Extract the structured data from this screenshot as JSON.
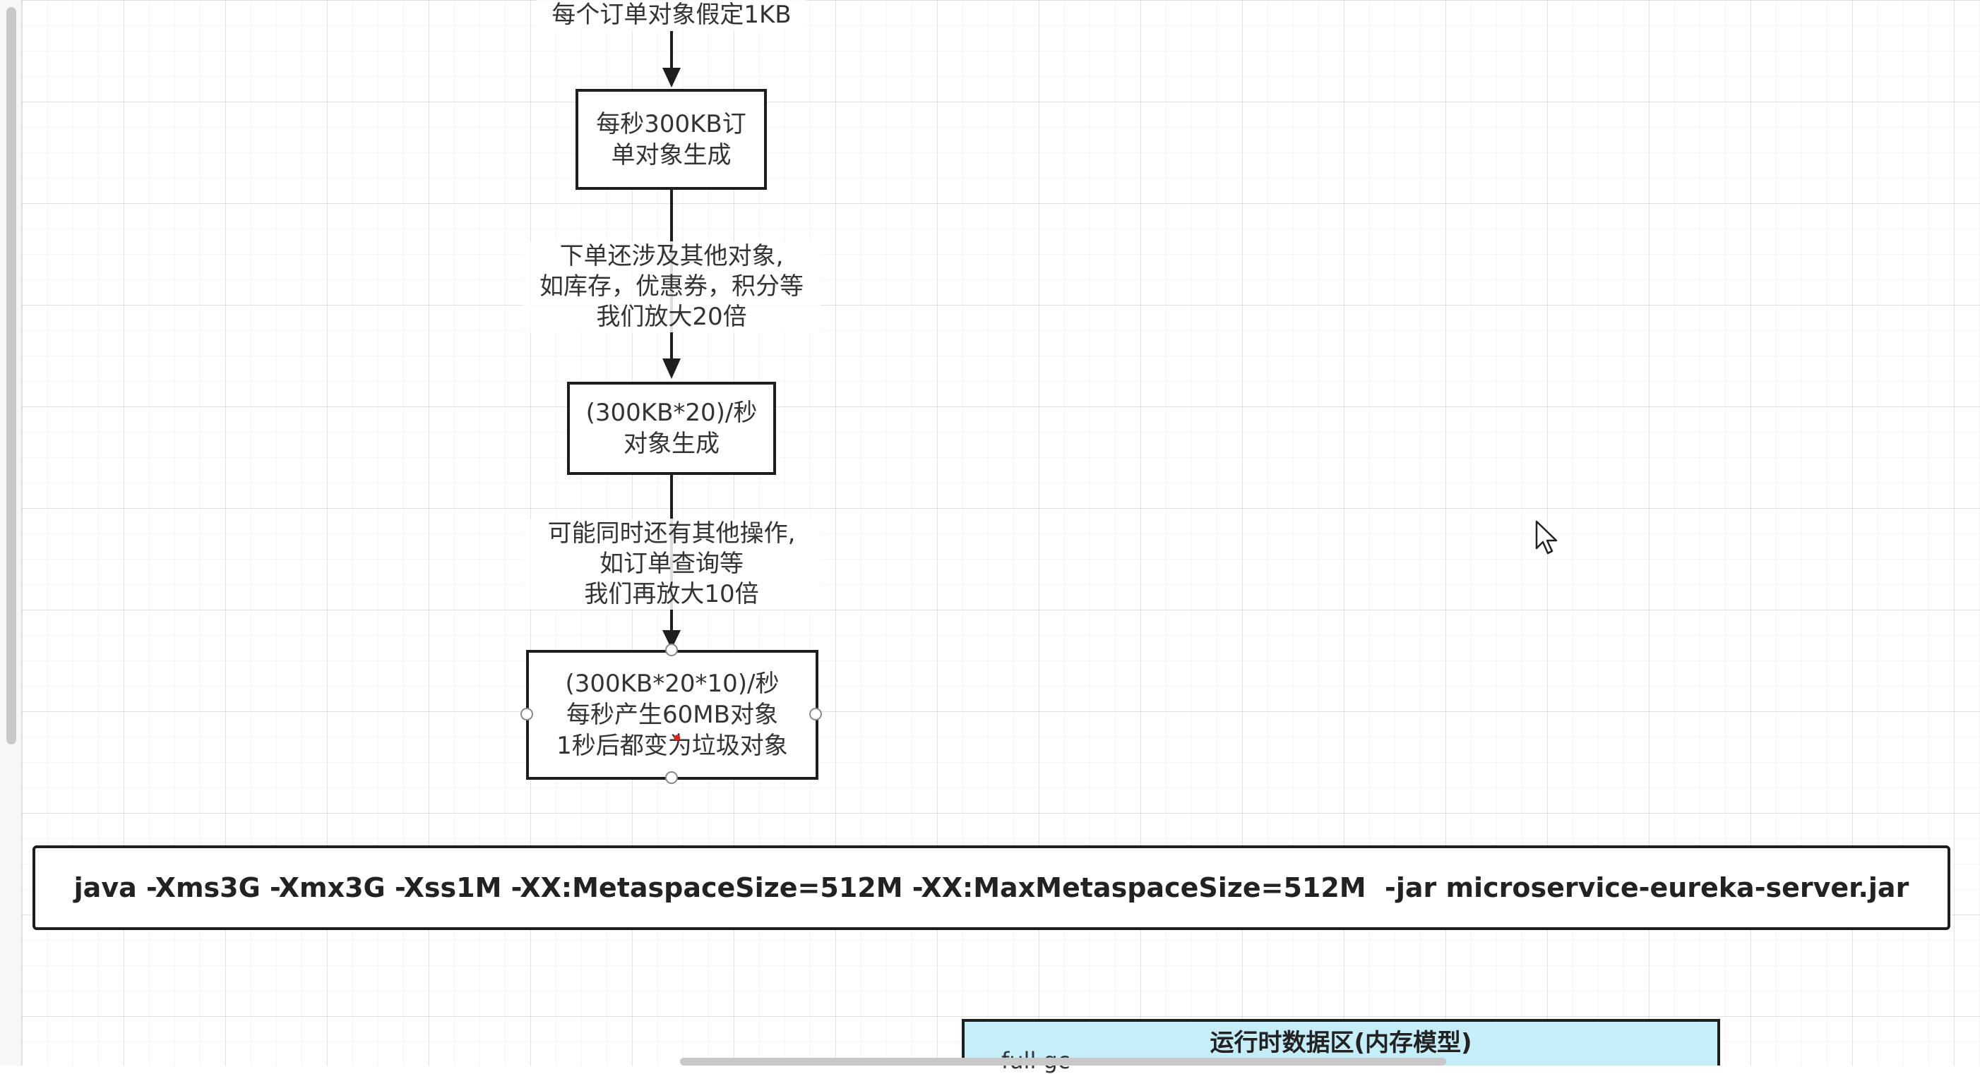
{
  "diagram": {
    "top_label": "每个订单对象假定1KB",
    "nodes": [
      {
        "id": "n1",
        "text": "每秒300KB订\n单对象生成"
      },
      {
        "id": "n2",
        "text": "(300KB*20)/秒\n对象生成"
      },
      {
        "id": "n3",
        "text": "(300KB*20*10)/秒\n每秒产生60MB对象\n1秒后都变为垃圾对象"
      }
    ],
    "edge_labels": [
      {
        "text": "下单还涉及其他对象,\n如库存，优惠券，积分等\n我们放大20倍"
      },
      {
        "text": "可能同时还有其他操作,\n如订单查询等\n我们再放大10倍"
      }
    ],
    "command": "java -Xms3G -Xmx3G -Xss1M -XX:MetaspaceSize=512M -XX:MaxMetaspaceSize=512M  -jar microservice-eureka-server.jar",
    "bottom_box": {
      "title": "运行时数据区(内存模型)",
      "subtitle": "full gc"
    }
  },
  "colors": {
    "stroke": "#1e1e1e",
    "bottom_box_fill": "#c6eef8",
    "marker": "#e0201c"
  },
  "icons": [
    "mouse-cursor-icon"
  ]
}
